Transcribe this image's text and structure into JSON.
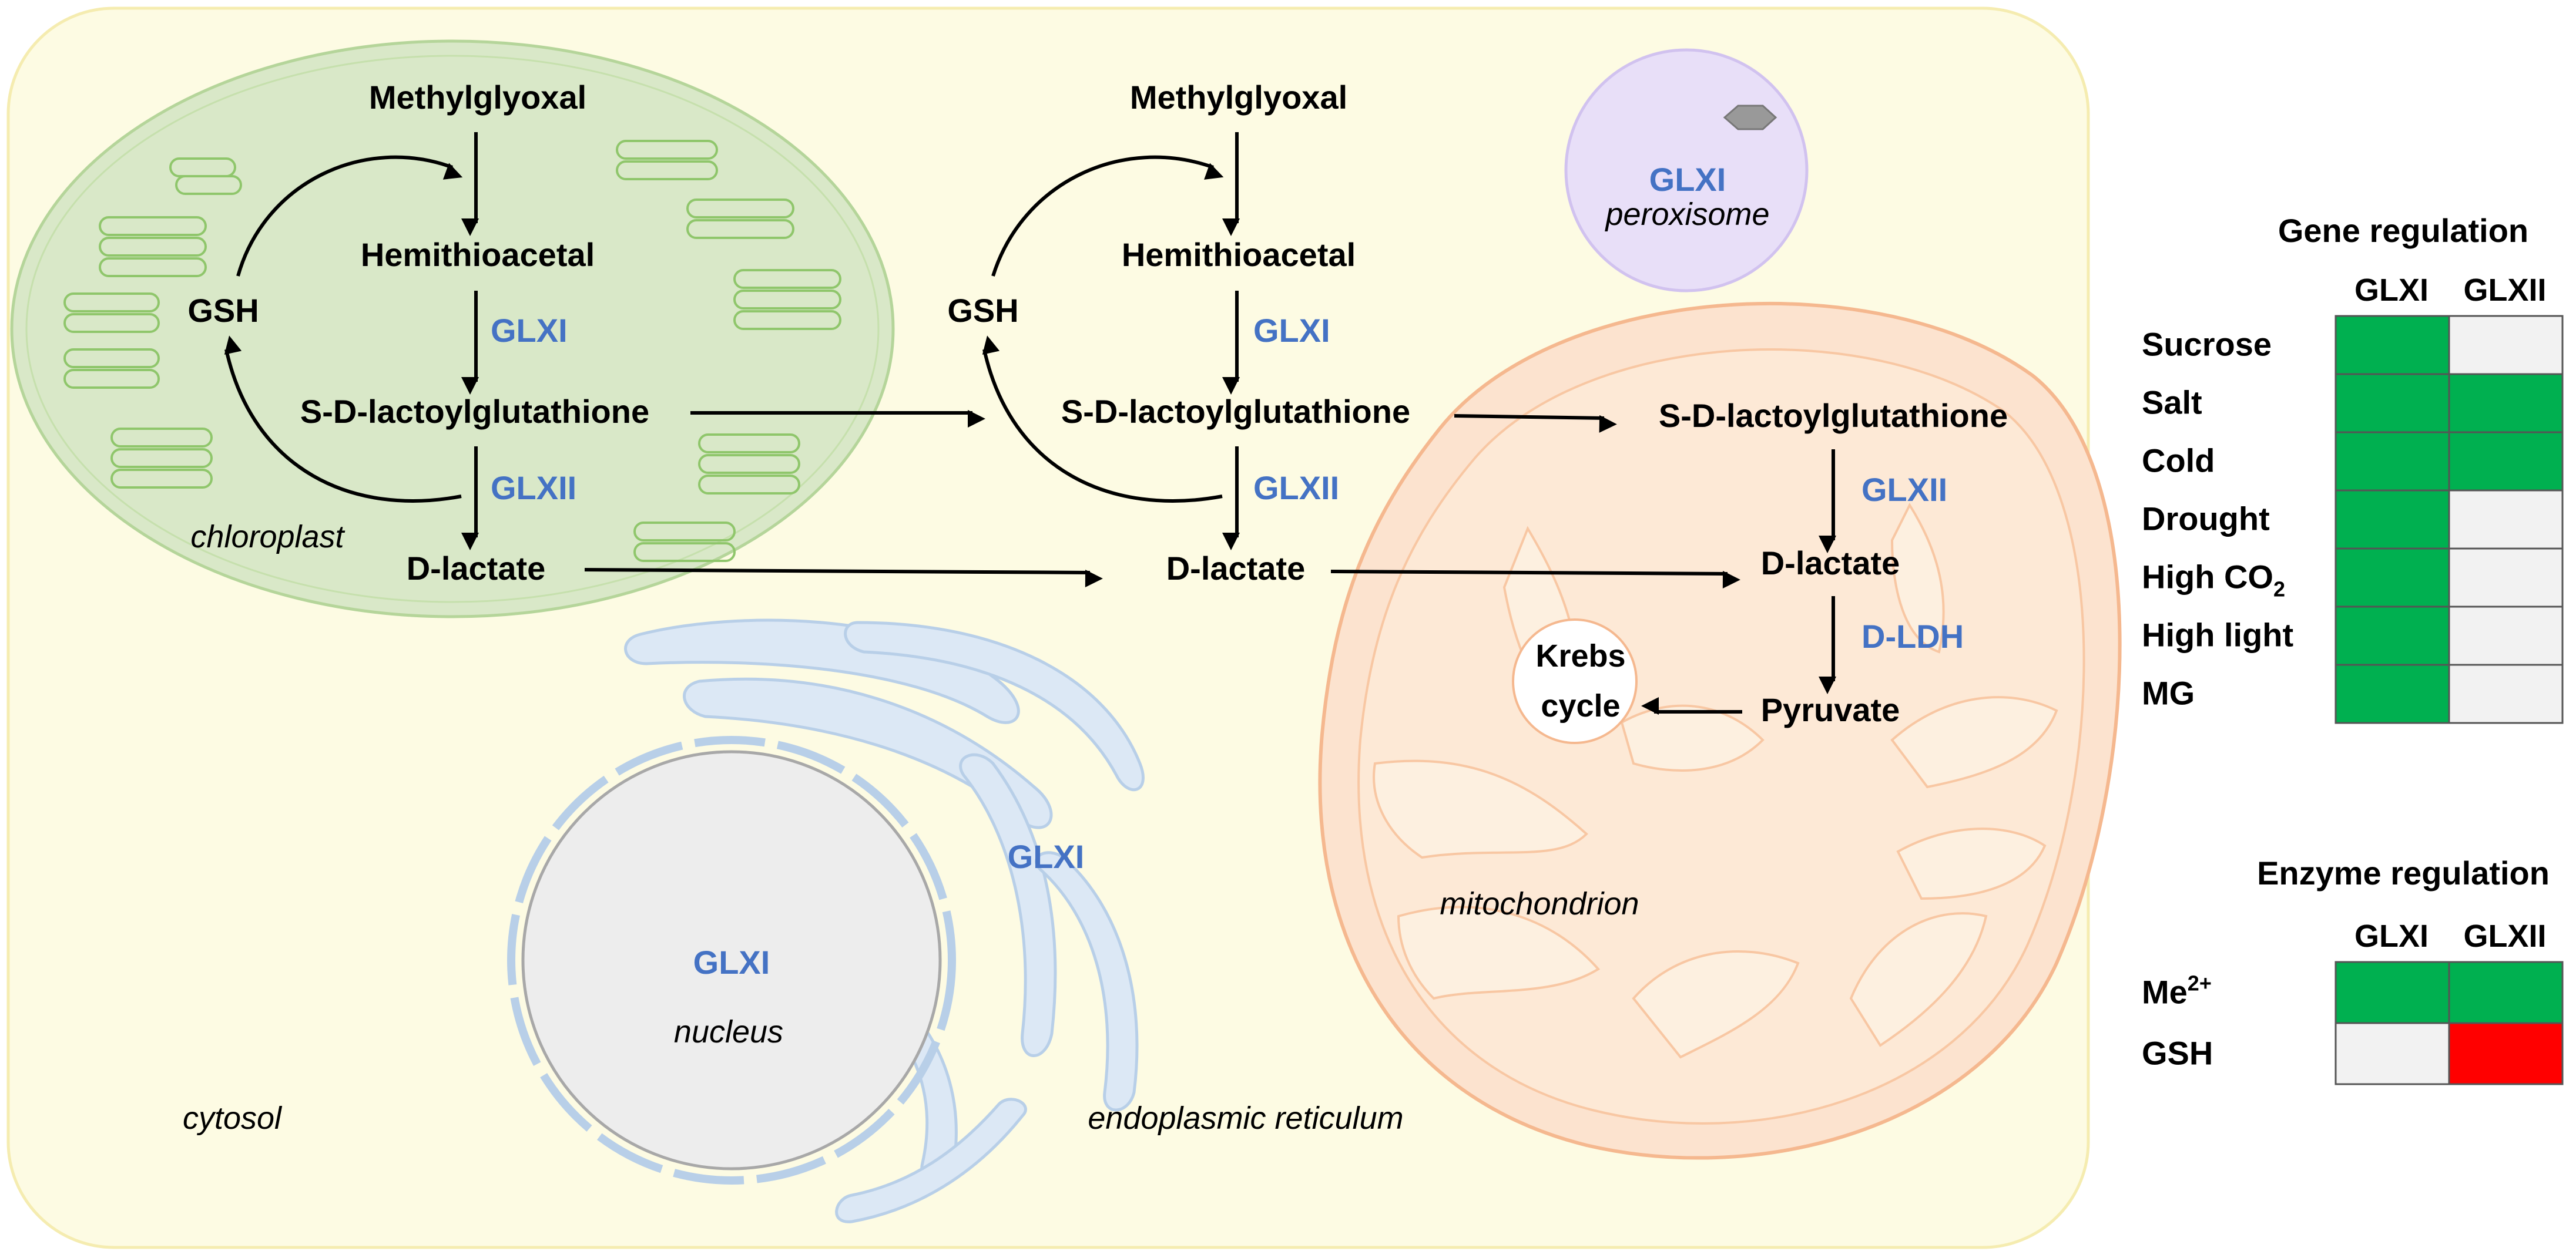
{
  "cell": {
    "compartments": {
      "chloroplast": "chloroplast",
      "cytosol": "cytosol",
      "nucleus": "nucleus",
      "er": "endoplasmic reticulum",
      "mitochondrion": "mitochondrion",
      "peroxisome": "peroxisome"
    },
    "chloroplast_pathway": {
      "methylglyoxal": "Methylglyoxal",
      "hemithioacetal": "Hemithioacetal",
      "gsh": "GSH",
      "enzyme1": "GLXI",
      "sdl": "S-D-lactoylglutathione",
      "enzyme2": "GLXII",
      "dlactate": "D-lactate"
    },
    "cytosol_pathway": {
      "methylglyoxal": "Methylglyoxal",
      "hemithioacetal": "Hemithioacetal",
      "gsh": "GSH",
      "enzyme1": "GLXI",
      "sdl": "S-D-lactoylglutathione",
      "enzyme2": "GLXII",
      "dlactate": "D-lactate"
    },
    "mito_pathway": {
      "sdl": "S-D-lactoylglutathione",
      "enzyme2": "GLXII",
      "dlactate": "D-lactate",
      "enzyme3": "D-LDH",
      "pyruvate": "Pyruvate",
      "krebs_line1": "Krebs",
      "krebs_line2": "cycle"
    },
    "peroxisome_enzyme": "GLXI",
    "nucleus_enzyme": "GLXI",
    "er_enzyme": "GLXI"
  },
  "gene_regulation": {
    "title": "Gene regulation",
    "columns": [
      "GLXI",
      "GLXII"
    ],
    "rows": [
      {
        "label": "Sucrose",
        "cells": [
          "up",
          "none"
        ]
      },
      {
        "label": "Salt",
        "cells": [
          "up",
          "up"
        ]
      },
      {
        "label": "Cold",
        "cells": [
          "up",
          "up"
        ]
      },
      {
        "label": "Drought",
        "cells": [
          "up",
          "none"
        ]
      },
      {
        "label": "High CO",
        "sub": "2",
        "cells": [
          "up",
          "none"
        ]
      },
      {
        "label": "High light",
        "cells": [
          "up",
          "none"
        ]
      },
      {
        "label": "MG",
        "cells": [
          "up",
          "none"
        ]
      }
    ]
  },
  "enzyme_regulation": {
    "title": "Enzyme regulation",
    "columns": [
      "GLXI",
      "GLXII"
    ],
    "rows": [
      {
        "label": "Me",
        "sup": "2+",
        "cells": [
          "up",
          "up"
        ]
      },
      {
        "label": "GSH",
        "cells": [
          "none",
          "down"
        ]
      }
    ]
  },
  "colors": {
    "up": "#00b050",
    "down": "#ff0000",
    "none": "#f2f2f2",
    "enzyme_text": "#4472c4",
    "cytosol_fill": "#fdfbe3",
    "chloroplast_fill": "#d9e8c8",
    "mito_fill": "#fce3cf",
    "peroxisome_fill": "#e8dff8",
    "er_fill": "#dce8f5",
    "nucleus_fill": "#ededed"
  }
}
